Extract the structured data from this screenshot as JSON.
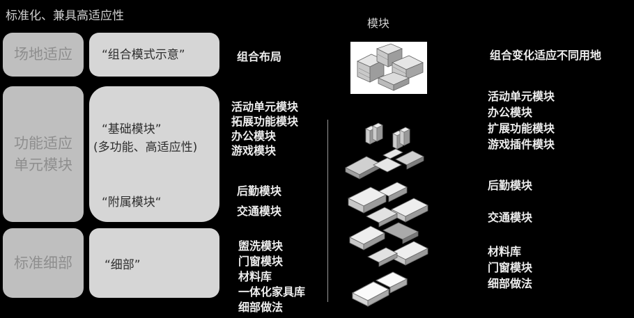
{
  "title": "标准化、兼具高适应性",
  "module_header": "模块",
  "categories": [
    {
      "label": "场地适应"
    },
    {
      "label_line1": "功能适应",
      "label_line2": "单元模块"
    },
    {
      "label": "标准细部"
    }
  ],
  "module_boxes": {
    "combination": "“组合模式示意”",
    "basic_line1": "“基础模块”",
    "basic_line2": "(多功能、高适应性)",
    "auxiliary": "“附属模块“",
    "detail": "“细部”"
  },
  "col3": {
    "layout": "组合布局",
    "basic_items": [
      "活动单元模块",
      "拓展功能模块",
      "办公模块",
      "游戏模块"
    ],
    "aux_items": [
      "后勤模块",
      "交通模块"
    ],
    "detail_items": [
      "盥洗模块",
      "门窗模块",
      "材料库",
      "一体化家具库",
      "细部做法"
    ]
  },
  "col5": {
    "layout": "组合变化适应不同用地",
    "basic_items": [
      "活动单元模块",
      "办公模块",
      "扩展功能模块",
      "游戏插件模块"
    ],
    "aux_items": [
      "后勤模块",
      "交通模块"
    ],
    "detail_items": [
      "材料库",
      "门窗模块",
      "细部做法"
    ]
  }
}
